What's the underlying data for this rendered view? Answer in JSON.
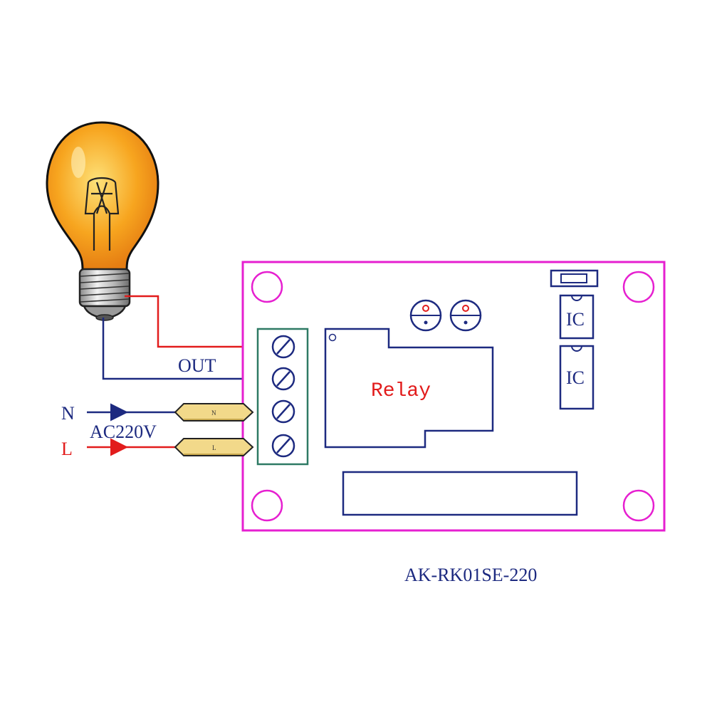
{
  "labels": {
    "out": "OUT",
    "n": "N",
    "l": "L",
    "ac": "AC220V",
    "plug_n": "N",
    "plug_l": "L",
    "relay": "Relay",
    "ic_top": "IC",
    "ic_bottom": "IC",
    "model": "AK-RK01SE-220"
  },
  "colors": {
    "board_border": "#e61fd0",
    "wire_red": "#e21c1c",
    "wire_blue": "#1d2a80",
    "terminal_border": "#2e7a64",
    "bulb_glass": "#f7a51f",
    "plug_fill": "#f2d98a",
    "relay_text": "#e21c1c"
  }
}
